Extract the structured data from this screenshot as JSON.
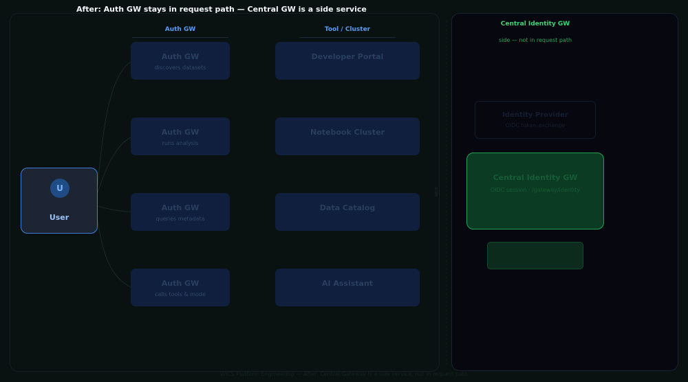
{
  "title": "After: Auth GW stays in request path — Central GW is a side service",
  "columns": {
    "auth_gw": "Auth GW",
    "tool_cluster": "Tool / Cluster"
  },
  "user": {
    "avatar": "U",
    "label": "User"
  },
  "auth_boxes": [
    {
      "title": "Auth GW",
      "sub": "discovers datasets"
    },
    {
      "title": "Auth GW",
      "sub": "runs analysis"
    },
    {
      "title": "Auth GW",
      "sub": "queries metadata"
    },
    {
      "title": "Auth GW",
      "sub": "calls tools & mode"
    }
  ],
  "tools": [
    {
      "title": "Developer Portal"
    },
    {
      "title": "Notebook Cluster"
    },
    {
      "title": "Data Catalog"
    },
    {
      "title": "AI Assistant"
    }
  ],
  "right_panel": {
    "title": "Central Identity GW",
    "subtitle": "side — not in request path",
    "idp": {
      "title": "Identity Provider",
      "sub": "OIDC token exchange"
    },
    "central": {
      "title": "Central Identity GW",
      "sub": "OIDC session · /gateway/identity"
    }
  },
  "side_note": "side",
  "footer": "WICS Platform Engineering — After: Central Gateway is a side service, not in request path",
  "colors": {
    "auth_column": "#5b9cf2",
    "central": "#3ed47a",
    "user_border": "#3f7fd9"
  }
}
